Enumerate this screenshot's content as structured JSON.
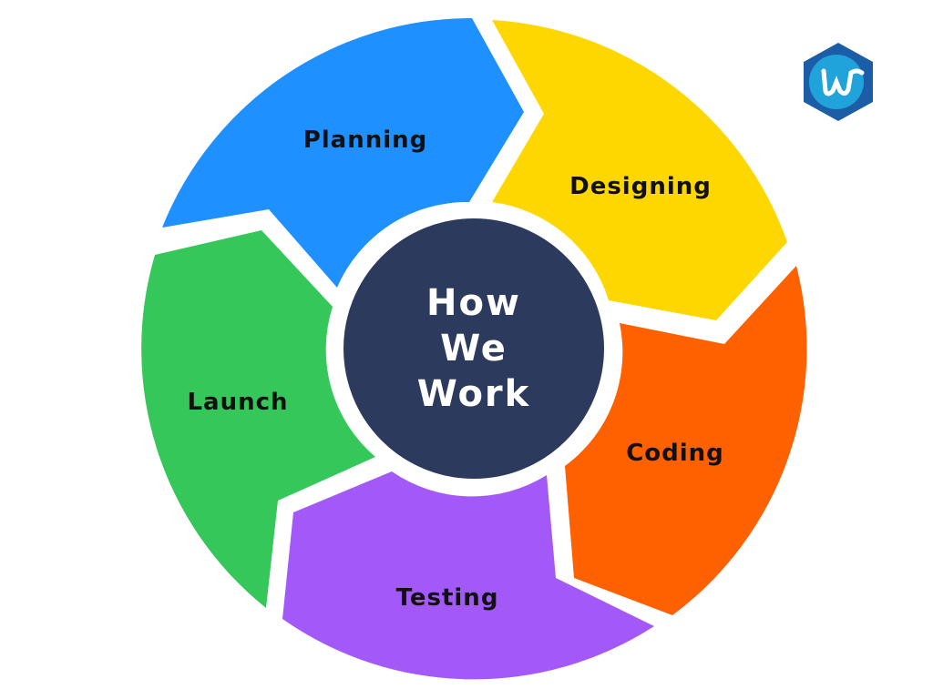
{
  "title": [
    "How",
    "We",
    "Work"
  ],
  "segments": [
    {
      "label": "Planning",
      "color": "#1E90FF"
    },
    {
      "label": "Designing",
      "color": "#FFD700"
    },
    {
      "label": "Coding",
      "color": "#FF6000"
    },
    {
      "label": "Testing",
      "color": "#A259F7"
    },
    {
      "label": "Launch",
      "color": "#36C75A"
    }
  ],
  "center_color": "#2C3A5E",
  "logo": {
    "letter": "w",
    "color": "#1B5DA6"
  }
}
